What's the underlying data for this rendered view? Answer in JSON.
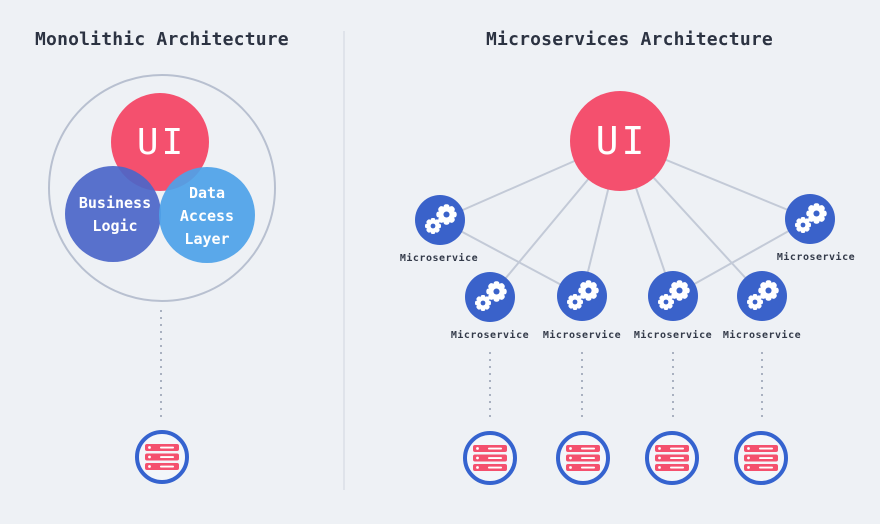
{
  "left_panel": {
    "title": "Monolithic Architecture",
    "ui": {
      "label": "UI"
    },
    "business": {
      "label": "Business Logic"
    },
    "data_access": {
      "label": "Data Access Layer"
    }
  },
  "right_panel": {
    "title": "Microservices Architecture",
    "ui": {
      "label": "UI"
    },
    "microservices": [
      {
        "label": "Microservice"
      },
      {
        "label": "Microservice"
      },
      {
        "label": "Microservice"
      },
      {
        "label": "Microservice"
      },
      {
        "label": "Microservice"
      },
      {
        "label": "Microservice"
      }
    ]
  },
  "colors": {
    "background": "#eef1f5",
    "title_text": "#2c3342",
    "ui_red": "#f4506e",
    "business_blue": "#4b66c8",
    "data_access_blue": "#4da2e8",
    "microservice_blue": "#3a62ca",
    "database_ring_blue": "#3563cf",
    "server_red": "#f4506e",
    "connector_line": "#c3cad7",
    "outline_circle": "#b8c0d0",
    "dotted_line": "#a9b1c0",
    "divider": "#dfe3ea"
  },
  "icons": {
    "microservice": "gears-icon",
    "database": "server-stack-icon"
  }
}
